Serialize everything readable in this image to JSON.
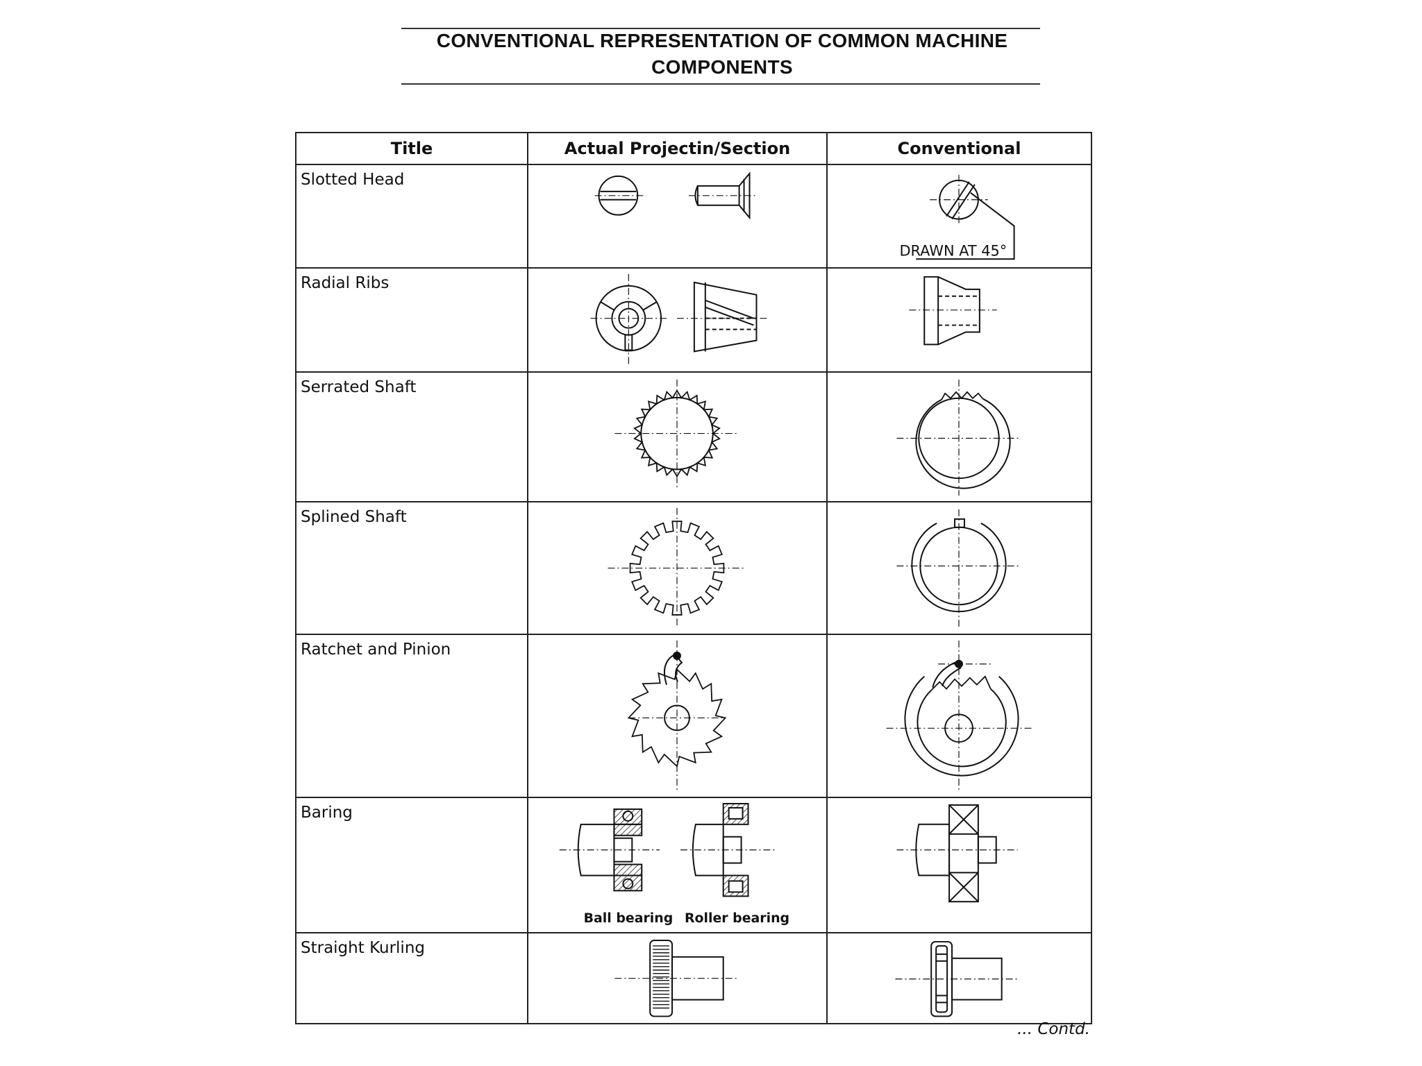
{
  "document": {
    "title_line_1": "CONVENTIONAL REPRESENTATION OF COMMON MACHINE",
    "title_line_2": "COMPONENTS",
    "footer": "... Contd."
  },
  "table": {
    "headers": [
      "Title",
      "Actual Projectin/Section",
      "Conventional"
    ],
    "rows": [
      {
        "title": "Slotted Head",
        "conventional_note": "DRAWN AT 45°"
      },
      {
        "title": "Radial Ribs"
      },
      {
        "title": "Serrated Shaft"
      },
      {
        "title": "Splined Shaft"
      },
      {
        "title": "Ratchet and Pinion"
      },
      {
        "title": "Baring",
        "actual_captions": [
          "Ball bearing",
          "Roller bearing"
        ]
      },
      {
        "title": "Straight Kurling"
      }
    ]
  }
}
